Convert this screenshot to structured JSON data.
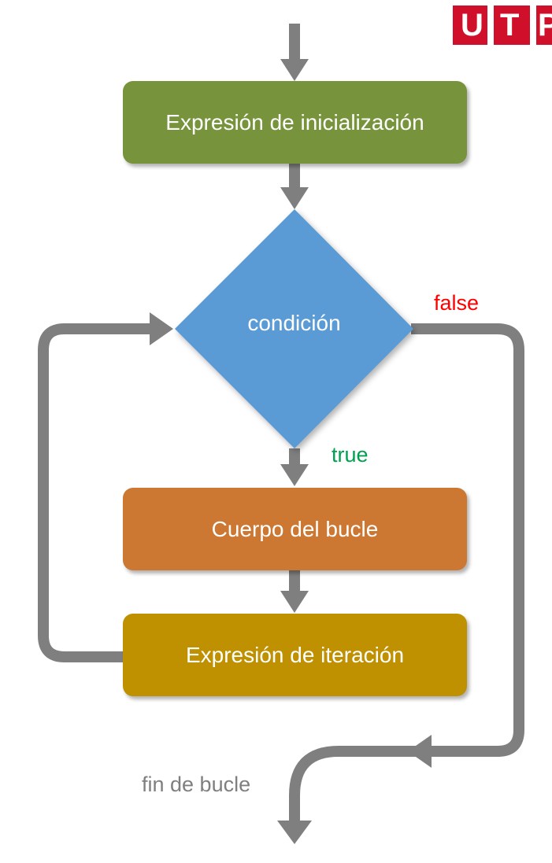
{
  "logo": {
    "text": "UTP",
    "letters": [
      "U",
      "T",
      "P"
    ],
    "color": "#d0102a"
  },
  "nodes": {
    "init": {
      "label": "Expresión de inicialización",
      "color": "#77933c"
    },
    "condition": {
      "label": "condición",
      "color": "#5b9bd5"
    },
    "body": {
      "label": "Cuerpo del bucle",
      "color": "#cc7832"
    },
    "iteration": {
      "label": "Expresión de iteración",
      "color": "#bf9000"
    }
  },
  "edges": {
    "false_label": "false",
    "true_label": "true",
    "end_label": "fin de bucle"
  },
  "colors": {
    "arrow": "#7f7f7f",
    "false": "#ff0000",
    "true": "#00a050",
    "end_text": "#7f7f7f"
  }
}
